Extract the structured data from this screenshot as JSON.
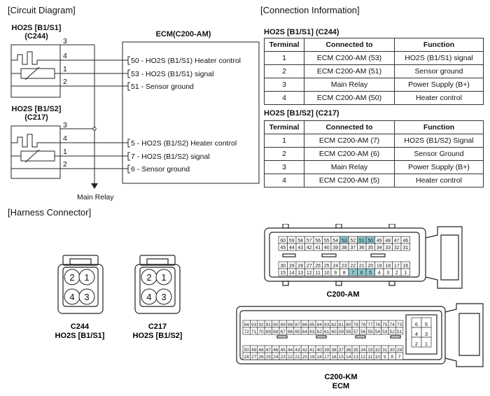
{
  "sections": {
    "circuit": "[Circuit Diagram]",
    "connection": "[Connection Information]",
    "harness": "[Harness Connector]"
  },
  "circuit": {
    "s1_name": "HO2S [B1/S1]",
    "s1_code": "(C244)",
    "s2_name": "HO2S [B1/S2]",
    "s2_code": "(C217)",
    "ecm_title": "ECM(C200-AM)",
    "s1_pins": [
      "3",
      "4",
      "1",
      "2"
    ],
    "s2_pins": [
      "3",
      "4",
      "1",
      "2"
    ],
    "s1_ecm": [
      {
        "pin": "50",
        "label": " - HO2S (B1/S1) Heater control"
      },
      {
        "pin": "53",
        "label": " - HO2S (B1/S1) signal"
      },
      {
        "pin": "51",
        "label": " - Sensor ground"
      }
    ],
    "s2_ecm": [
      {
        "pin": "5",
        "label": " - HO2S (B1/S2) Heater control"
      },
      {
        "pin": "7",
        "label": " - HO2S (B1/S2) signal"
      },
      {
        "pin": "6",
        "label": " - Sensor ground"
      }
    ],
    "main_relay": "Main Relay"
  },
  "connection": {
    "t1_title": "HO2S [B1/S1] (C244)",
    "t2_title": "HO2S [B1/S2] (C217)",
    "headers": [
      "Terminal",
      "Connected to",
      "Function"
    ],
    "t1_rows": [
      [
        "1",
        "ECM C200-AM (53)",
        "HO2S (B1/S1) signal"
      ],
      [
        "2",
        "ECM C200-AM (51)",
        "Sensor ground"
      ],
      [
        "3",
        "Main Relay",
        "Power Supply (B+)"
      ],
      [
        "4",
        "ECM C200-AM (50)",
        "Heater control"
      ]
    ],
    "t2_rows": [
      [
        "1",
        "ECM C200-AM (7)",
        "HO2S (B1/S2) Signal"
      ],
      [
        "2",
        "ECM C200-AM (6)",
        "Sensor Ground"
      ],
      [
        "3",
        "Main Relay",
        "Power Supply (B+)"
      ],
      [
        "4",
        "ECM C200-AM (5)",
        "Heater control"
      ]
    ]
  },
  "harness": {
    "c244_pins": [
      "2",
      "1",
      "4",
      "3"
    ],
    "c244_code": "C244",
    "c244_name": "HO2S [B1/S1]",
    "c217_pins": [
      "2",
      "1",
      "4",
      "3"
    ],
    "c217_code": "C217",
    "c217_name": "HO2S [B1/S2]",
    "am_label": "C200-AM",
    "am_rows": [
      [
        "60",
        "59",
        "58",
        "57",
        "56",
        "55",
        "54",
        "53",
        "52",
        "51",
        "50",
        "49",
        "48",
        "47",
        "46"
      ],
      [
        "45",
        "44",
        "43",
        "42",
        "41",
        "40",
        "39",
        "38",
        "37",
        "36",
        "35",
        "34",
        "33",
        "32",
        "31"
      ],
      [
        "30",
        "29",
        "28",
        "27",
        "26",
        "25",
        "24",
        "23",
        "22",
        "21",
        "20",
        "19",
        "18",
        "17",
        "16"
      ],
      [
        "15",
        "14",
        "13",
        "12",
        "11",
        "10",
        "9",
        "8",
        "7",
        "6",
        "5",
        "4",
        "3",
        "2",
        "1"
      ]
    ],
    "am_highlight": [
      "53",
      "51",
      "50",
      "7",
      "6",
      "5"
    ],
    "highlight_color": "#8ec9cf",
    "km_label_1": "C200-KM",
    "km_label_2": "ECM",
    "km_rows": [
      [
        "94",
        "93",
        "92",
        "91",
        "90",
        "89",
        "88",
        "87",
        "86",
        "85",
        "84",
        "83",
        "82",
        "81",
        "80",
        "79",
        "78",
        "77",
        "76",
        "75",
        "74",
        "73"
      ],
      [
        "72",
        "71",
        "70",
        "69",
        "68",
        "67",
        "66",
        "65",
        "64",
        "63",
        "62",
        "61",
        "60",
        "59",
        "58",
        "57",
        "56",
        "55",
        "54",
        "53",
        "52",
        "51"
      ],
      [
        "50",
        "49",
        "48",
        "47",
        "46",
        "45",
        "44",
        "43",
        "42",
        "41",
        "40",
        "39",
        "38",
        "37",
        "36",
        "35",
        "34",
        "33",
        "32",
        "31",
        "30",
        "29"
      ],
      [
        "28",
        "27",
        "26",
        "25",
        "24",
        "23",
        "22",
        "21",
        "20",
        "19",
        "18",
        "17",
        "16",
        "15",
        "14",
        "13",
        "12",
        "11",
        "10",
        "9",
        "8",
        "7"
      ]
    ],
    "km_side": [
      [
        "6",
        "5"
      ],
      [
        "4",
        "3"
      ],
      [
        "2",
        "1"
      ]
    ]
  }
}
